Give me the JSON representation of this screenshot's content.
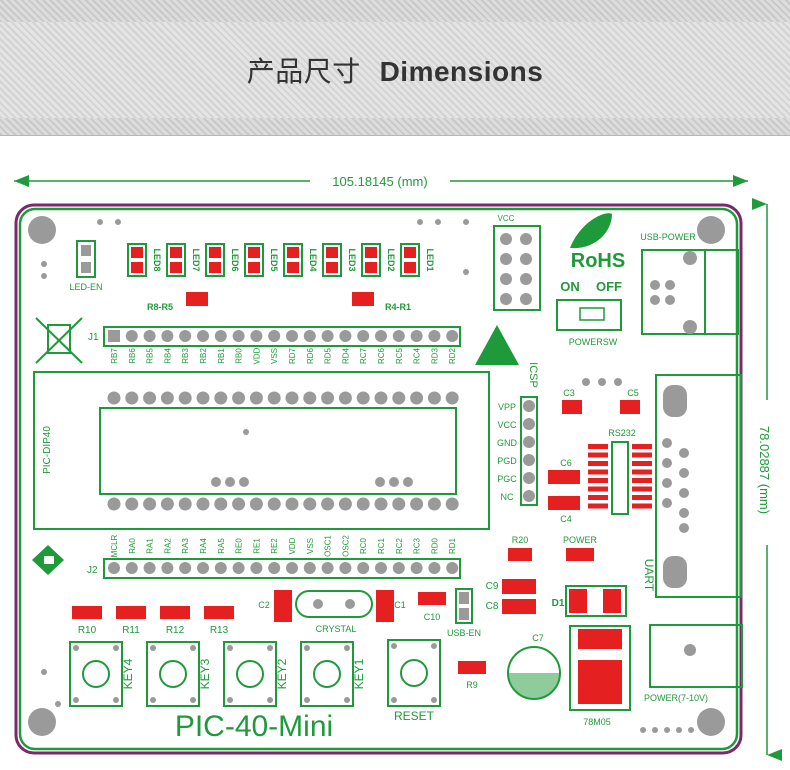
{
  "header": {
    "title_cn": "产品尺寸",
    "title_en": "Dimensions"
  },
  "dimensions": {
    "width": "105.18145 (mm)",
    "height": "78.02887 (mm)"
  },
  "board": {
    "name": "PIC-40-Mini",
    "led_labels": [
      "LED8",
      "LED7",
      "LED6",
      "LED5",
      "LED4",
      "LED3",
      "LED2",
      "LED1"
    ],
    "led_en": "LED-EN",
    "r8_r5": "R8-R5",
    "r4_r1": "R4-R1",
    "j1": "J1",
    "j2": "J2",
    "j1_pins": [
      "RB7",
      "RB6",
      "RB5",
      "RB4",
      "RB3",
      "RB2",
      "RB1",
      "RB0",
      "VDD",
      "VSS",
      "RD7",
      "RD6",
      "RD5",
      "RD4",
      "RC7",
      "RC6",
      "RC5",
      "RC4",
      "RD3",
      "RD2"
    ],
    "j2_pins": [
      "MCLR",
      "RA0",
      "RA1",
      "RA2",
      "RA3",
      "RA4",
      "RA5",
      "RE0",
      "RE1",
      "RE2",
      "VDD",
      "VSS",
      "OSC1",
      "OSC2",
      "RC0",
      "RC1",
      "RC2",
      "RC3",
      "RD0",
      "RD1"
    ],
    "socket": "PIC-DIP40",
    "vcc": "VCC",
    "rohs": "RoHS",
    "on": "ON",
    "off": "OFF",
    "powersw": "POWERSW",
    "usb_power": "USB-POWER",
    "icsp": "ICSP",
    "icsp_pins": [
      "VPP",
      "VCC",
      "GND",
      "PGD",
      "PGC",
      "NC"
    ],
    "c3": "C3",
    "c5": "C5",
    "c4": "C4",
    "c6": "C6",
    "rs232": "RS232",
    "uart": "UART",
    "r20": "R20",
    "power": "POWER",
    "c9": "C9",
    "c8": "C8",
    "d1": "D1",
    "c2": "C2",
    "c1": "C1",
    "c10": "C10",
    "c7": "C7",
    "crystal": "CRYSTAL",
    "usb_en": "USB-EN",
    "resistors": [
      "R10",
      "R11",
      "R12",
      "R13"
    ],
    "keys": [
      "KEY4",
      "KEY3",
      "KEY2",
      "KEY1"
    ],
    "reset": "RESET",
    "r9": "R9",
    "regulator": "78M05",
    "power_in": "POWER(7-10V)"
  },
  "colors": {
    "pcb_outline": "#7a2a6a",
    "silk_green": "#1f9a3a",
    "pad_red": "#e52020",
    "hole_grey": "#9a9a9a"
  }
}
